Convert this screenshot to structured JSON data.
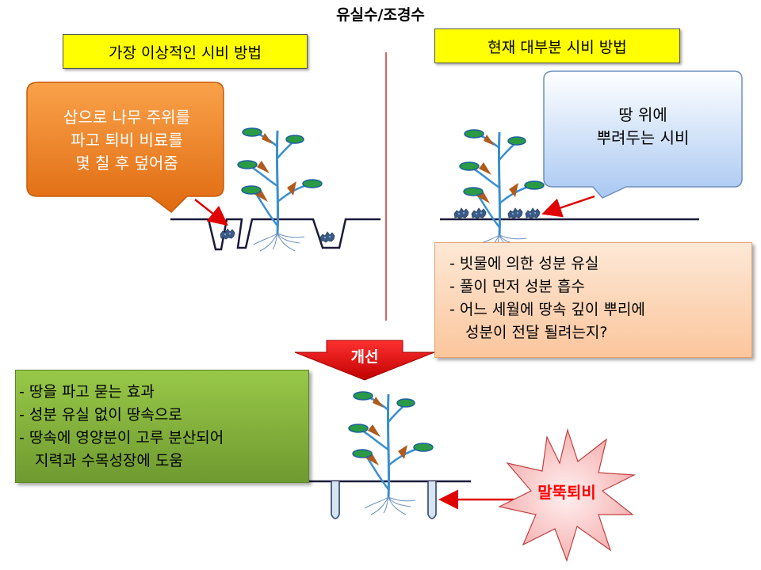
{
  "title": "유실수/조경수",
  "ideal": {
    "label": "가장 이상적인 시비 방법",
    "callout": [
      "삽으로 나무 주위를",
      "파고 퇴비 비료를",
      "몇 칠 후 덮어줌"
    ]
  },
  "current": {
    "label": "현재 대부분 시비 방법",
    "callout": [
      "땅 위에",
      "뿌려두는 시비"
    ],
    "problems": [
      "- 빗물에 의한 성분 유실",
      "- 풀이 먼저 성분 흡수",
      "- 어느 세월에 땅속 깊이 뿌리에",
      "  성분이 전달 될려는지?"
    ]
  },
  "improvement": {
    "arrow_label": "개선",
    "benefits": [
      "- 땅을 파고 묻는 효과",
      "- 성분 유실 없이 땅속으로",
      "- 땅속에 영양분이 고루 분산되어",
      "  지력과 수목성장에 도움"
    ],
    "star_label": "말뚝퇴비"
  },
  "colors": {
    "yellow_label": "#ffff00",
    "orange_callout": "#f07d1e",
    "blue_callout": "#b8d4f5",
    "peach_box": "#fbc69d",
    "green_box": "#7fad38",
    "red_arrow": "#e00000",
    "stem": "#3a8fd0",
    "leaf": "#2a9a45",
    "fertilizer": "#3b5b86"
  }
}
